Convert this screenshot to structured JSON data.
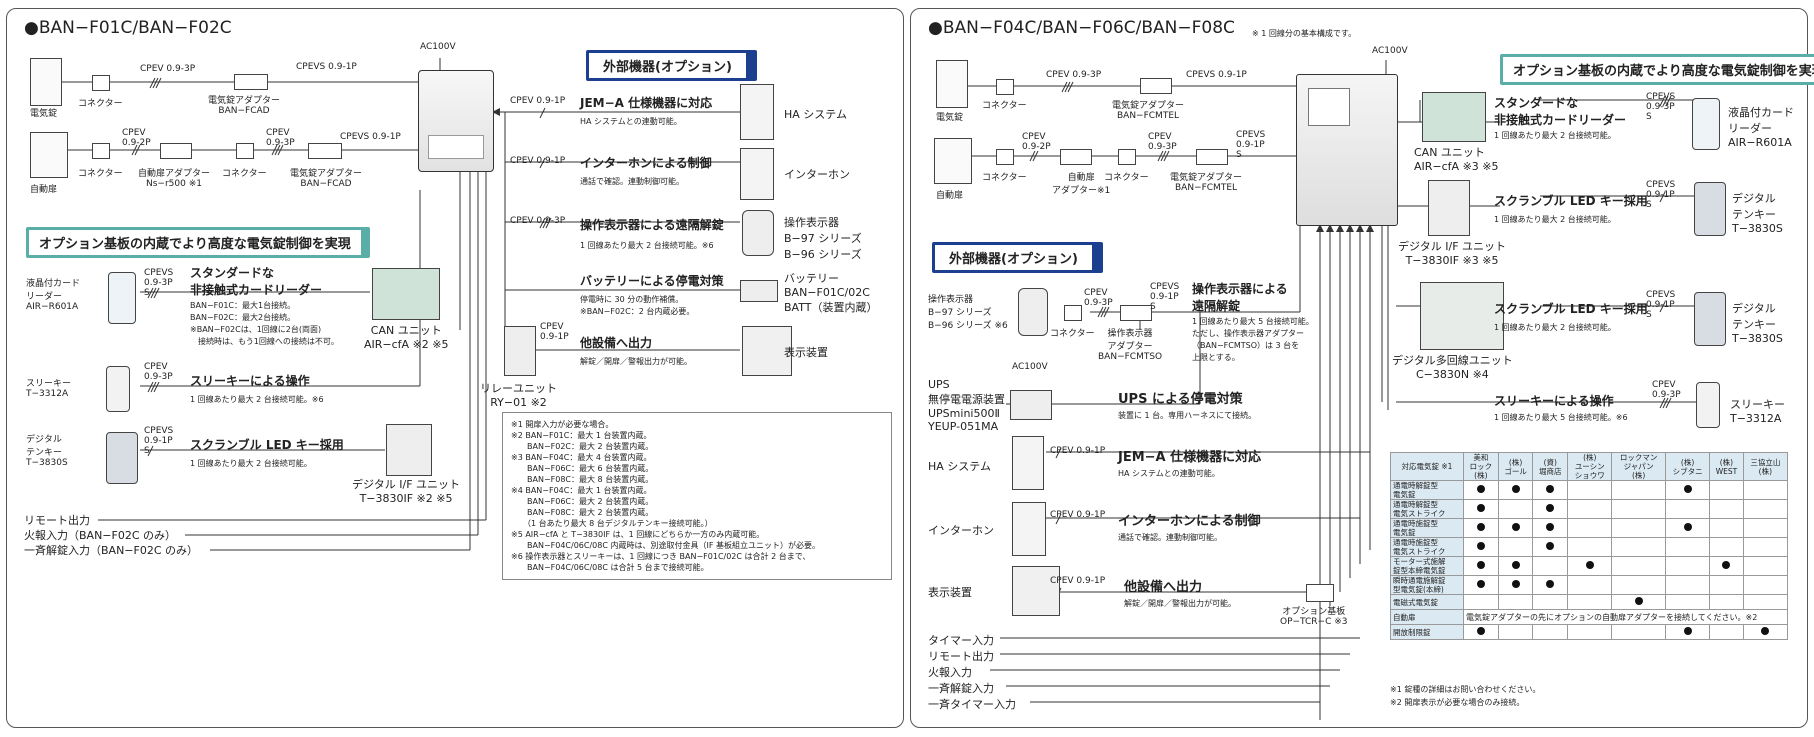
{
  "left": {
    "title": "●BAN−F01C/BAN−F02C",
    "ac_label": "AC100V",
    "row1": {
      "device": "電気錠",
      "connector": "コネクター",
      "cable1": "CPEV 0.9-3P",
      "adapter": "電気錠アダプター\nBAN−FCAD",
      "cable2": "CPEVS 0.9-1P",
      "s": "S"
    },
    "row2": {
      "device": "自動扉",
      "connector": "コネクター",
      "cable1": "CPEV\n0.9-2P",
      "adapter": "自動扉アダプター\nNs−r500 ※1",
      "connector2": "コネクター",
      "cable2": "CPEV\n0.9-3P",
      "adapter2": "電気錠アダプター\nBAN−FCAD",
      "cable3": "CPEVS 0.9-1P",
      "s": "S"
    },
    "option_title": "オプション基板の内蔵でより高度な電気錠制御を実現",
    "card_reader": {
      "device": "液晶付カード\nリーダー\nAIR−R601A",
      "cable": "CPEVS\n0.9-3P\nS",
      "head": "スタンダードな\n非接触式カードリーダー",
      "body": "BAN−F01C：最大1台接続。\nBAN−F02C：最大2台接続。\n※BAN−F02Cは、1回線に2台(両面)\n　接続時は、もう1回線への接続は不可。",
      "unit": "CAN ユニット\nAIR−cfA ※2 ※5"
    },
    "threekey": {
      "device": "スリーキー\nT−3312A",
      "cable": "CPEV\n0.9-3P",
      "head": "スリーキーによる操作",
      "body": "1 回線あたり最大 2 台接続可能。※6"
    },
    "tenkey": {
      "device": "デジタル\nテンキー\nT−3830S",
      "cable": "CPEVS\n0.9-1P\nS",
      "head": "スクランブル LED キー採用",
      "body": "1 回線あたり最大 2 台接続可能。",
      "unit": "デジタル I/F ユニット\nT−3830IF ※2 ※5"
    },
    "outputs": [
      "リモート出力",
      "火報入力（BAN−F02C のみ）",
      "一斉解錠入力（BAN−F02C のみ）"
    ],
    "external_title": "外部機器(オプション)",
    "ext": [
      {
        "cable": "CPEV 0.9-1P",
        "head": "JEM−A 仕様機器に対応",
        "body": "HA システムとの連動可能。",
        "device": "HA システム"
      },
      {
        "cable": "CPEV 0.9-1P",
        "head": "インターホンによる制御",
        "body": "通話で確認。連動制御可能。",
        "device": "インターホン"
      },
      {
        "cable": "CPEV 0.9-3P",
        "head": "操作表示器による遠隔解錠",
        "body": "1 回線あたり最大 2 台接続可能。※6",
        "device": "操作表示器\nB−97 シリーズ\nB−96 シリーズ"
      },
      {
        "cable": "",
        "head": "バッテリーによる停電対策",
        "body": "停電時に 30 分の動作補償。\n※BAN−F02C：2 台内蔵必要。",
        "device": "バッテリー\nBAN−F01C/02C\nBATT（装置内蔵）"
      },
      {
        "cable": "CPEV\n0.9-1P",
        "head": "他設備へ出力",
        "body": "解錠／開扉／警報出力が可能。",
        "device": "表示装置"
      }
    ],
    "relay": "リレーユニット\nRY−01 ※2",
    "notes": "※1 開扉入力が必要な場合。\n※2 BAN−F01C：最大 1 台装置内蔵。\n　　BAN−F02C：最大 2 台装置内蔵。\n※3 BAN−F04C：最大 4 台装置内蔵。\n　　BAN−F06C：最大 6 台装置内蔵。\n　　BAN−F08C：最大 8 台装置内蔵。\n※4 BAN−F04C：最大 1 台装置内蔵。\n　　BAN−F06C：最大 2 台装置内蔵。\n　　BAN−F08C：最大 2 台装置内蔵。\n　　（1 台あたり最大 8 台デジタルテンキー接続可能。）\n※5 AIR−cfA と T−3830IF は、1 回線にどちらか一方のみ内蔵可能。\n　　BAN−F04C/06C/08C 内蔵時は、別途取付金具（IF 基板組立ユニット）が必要。\n※6 操作表示器とスリーキーは、1 回線につき BAN−F01C/02C は合計 2 台まで、\n　　BAN−F04C/06C/08C は合計 5 台まで接続可能。"
  },
  "right": {
    "title": "●BAN−F04C/BAN−F06C/BAN−F08C",
    "title_note": "※ 1 回線分の基本構成です。",
    "ac_label": "AC100V",
    "row1": {
      "device": "電気錠",
      "connector": "コネクター",
      "cable1": "CPEV 0.9-3P",
      "adapter": "電気錠アダプター\nBAN−FCMTEL",
      "cable2": "CPEVS 0.9-1P",
      "s": "S"
    },
    "row2": {
      "device": "自動扉",
      "connector": "コネクター",
      "cable1": "CPEV\n0.9-2P",
      "adapter": "自動扉\nアダプター※1",
      "connector2": "コネクター",
      "cable2": "CPEV\n0.9-3P",
      "adapter2": "電気錠アダプター\nBAN−FCMTEL",
      "cable3": "CPEVS\n0.9-1P\nS"
    },
    "option_title": "オプション基板の内蔵でより高度な電気錠制御を実現",
    "can_unit": "CAN ユニット\nAIR−cfA ※3 ※5",
    "card_reader": {
      "head": "スタンダードな\n非接触式カードリーダー",
      "body": "1 回線あたり最大 2 台接続可能。",
      "cable": "CPEVS\n0.9-3P\nS",
      "device": "液晶付カード\nリーダー\nAIR−R601A"
    },
    "tenkey1": {
      "head": "スクランブル LED キー採用",
      "body": "1 回線あたり最大 2 台接続可能。",
      "cable": "CPEVS\n0.9-1P\nS",
      "device": "デジタル\nテンキー\nT−3830S",
      "unit": "デジタル I/F ユニット\nT−3830IF ※3 ※5"
    },
    "tenkey2": {
      "head": "スクランブル LED キー採用",
      "body": "1 回線あたり最大 2 台接続可能。",
      "cable": "CPEVS\n0.9-1P\nS",
      "device": "デジタル\nテンキー\nT−3830S",
      "unit": "デジタル多回線ユニット\nC−3830N ※4"
    },
    "threekey": {
      "head": "スリーキーによる操作",
      "body": "1 回線あたり最大 5 台接続可能。※6",
      "cable": "CPEV\n0.9-3P",
      "device": "スリーキー\nT−3312A"
    },
    "external_title": "外部機器(オプション)",
    "panel_dev": {
      "device": "操作表示器\nB−97 シリーズ\nB−96 シリーズ ※6",
      "connector": "コネクター",
      "cable1": "CPEV\n0.9-3P",
      "adapter": "操作表示器\nアダプター\nBAN−FCMTSO",
      "cable2": "CPEVS\n0.9-1P\nS",
      "head": "操作表示器による\n遠隔解錠",
      "body": "1 回線あたり最大 5 台接続可能。\nただし、操作表示器アダプター\n（BAN−FCMTSO）は 3 台を\n上限とする。"
    },
    "ups": {
      "ac": "AC100V",
      "device": "UPS\n無停電電源装置\nUPSmini500Ⅱ\nYEUP-051MA",
      "head": "UPS による停電対策",
      "body": "装置に 1 台。専用ハーネスにて接続。"
    },
    "ext": [
      {
        "device": "HA システム",
        "cable": "CPEV 0.9-1P",
        "head": "JEM−A 仕様機器に対応",
        "body": "HA システムとの連動可能。"
      },
      {
        "device": "インターホン",
        "cable": "CPEV 0.9-1P",
        "head": "インターホンによる制御",
        "body": "通話で確認。連動制御可能。"
      },
      {
        "device": "表示装置",
        "cable": "CPEV 0.9-1P",
        "head": "他設備へ出力",
        "body": "解錠／開扉／警報出力が可能。"
      }
    ],
    "op_board": "オプション基板\nOP−TCR−C ※3",
    "outputs": [
      "タイマー入力",
      "リモート出力",
      "火報入力",
      "一斉解錠入力",
      "一斉タイマー入力"
    ],
    "table": {
      "corner": "対応電気錠 ※1",
      "headers": [
        "美和\nロック\n(株)",
        "(株)\nゴール",
        "(資)\n堀商店",
        "(株)\nユーシン\nショウワ",
        "ロックマン\nジャパン\n(株)",
        "(株)\nシブタニ",
        "(株)\nWEST",
        "三協立山\n(株)"
      ],
      "rows": [
        {
          "label": "通電時解錠型\n電気錠",
          "cells": [
            1,
            1,
            1,
            0,
            0,
            1,
            0,
            0
          ]
        },
        {
          "label": "通電時解錠型\n電気ストライク",
          "cells": [
            1,
            0,
            1,
            0,
            0,
            0,
            0,
            0
          ]
        },
        {
          "label": "通電時施錠型\n電気錠",
          "cells": [
            1,
            1,
            1,
            0,
            0,
            1,
            0,
            0
          ]
        },
        {
          "label": "通電時施錠型\n電気ストライク",
          "cells": [
            1,
            0,
            1,
            0,
            0,
            0,
            0,
            0
          ]
        },
        {
          "label": "モーター式施解\n錠型本締電気錠",
          "cells": [
            1,
            1,
            0,
            1,
            0,
            0,
            1,
            0
          ]
        },
        {
          "label": "瞬時通電施解錠\n型電気錠(本締)",
          "cells": [
            1,
            1,
            1,
            0,
            0,
            0,
            0,
            0
          ]
        },
        {
          "label": "電磁式電気錠",
          "cells": [
            0,
            0,
            0,
            0,
            1,
            0,
            0,
            0
          ]
        },
        {
          "label": "自動扉",
          "span": "電気錠アダプターの先にオプションの自動扉アダプターを接続してください。※2"
        },
        {
          "label": "開放制限錠",
          "cells": [
            1,
            0,
            0,
            0,
            0,
            1,
            0,
            1
          ]
        }
      ],
      "footnotes": [
        "※1 錠種の詳細はお問い合わせください。",
        "※2 開扉表示が必要な場合のみ接続。"
      ]
    }
  },
  "colors": {
    "teal": "#5aaea8",
    "navy": "#1c3f8f",
    "tablehead": "#dbe9f2"
  },
  "icons": [
    "door-icon",
    "double-door-icon",
    "control-box-icon",
    "card-reader-icon",
    "keypad-icon",
    "threekey-icon",
    "intercom-icon",
    "board-icon"
  ]
}
